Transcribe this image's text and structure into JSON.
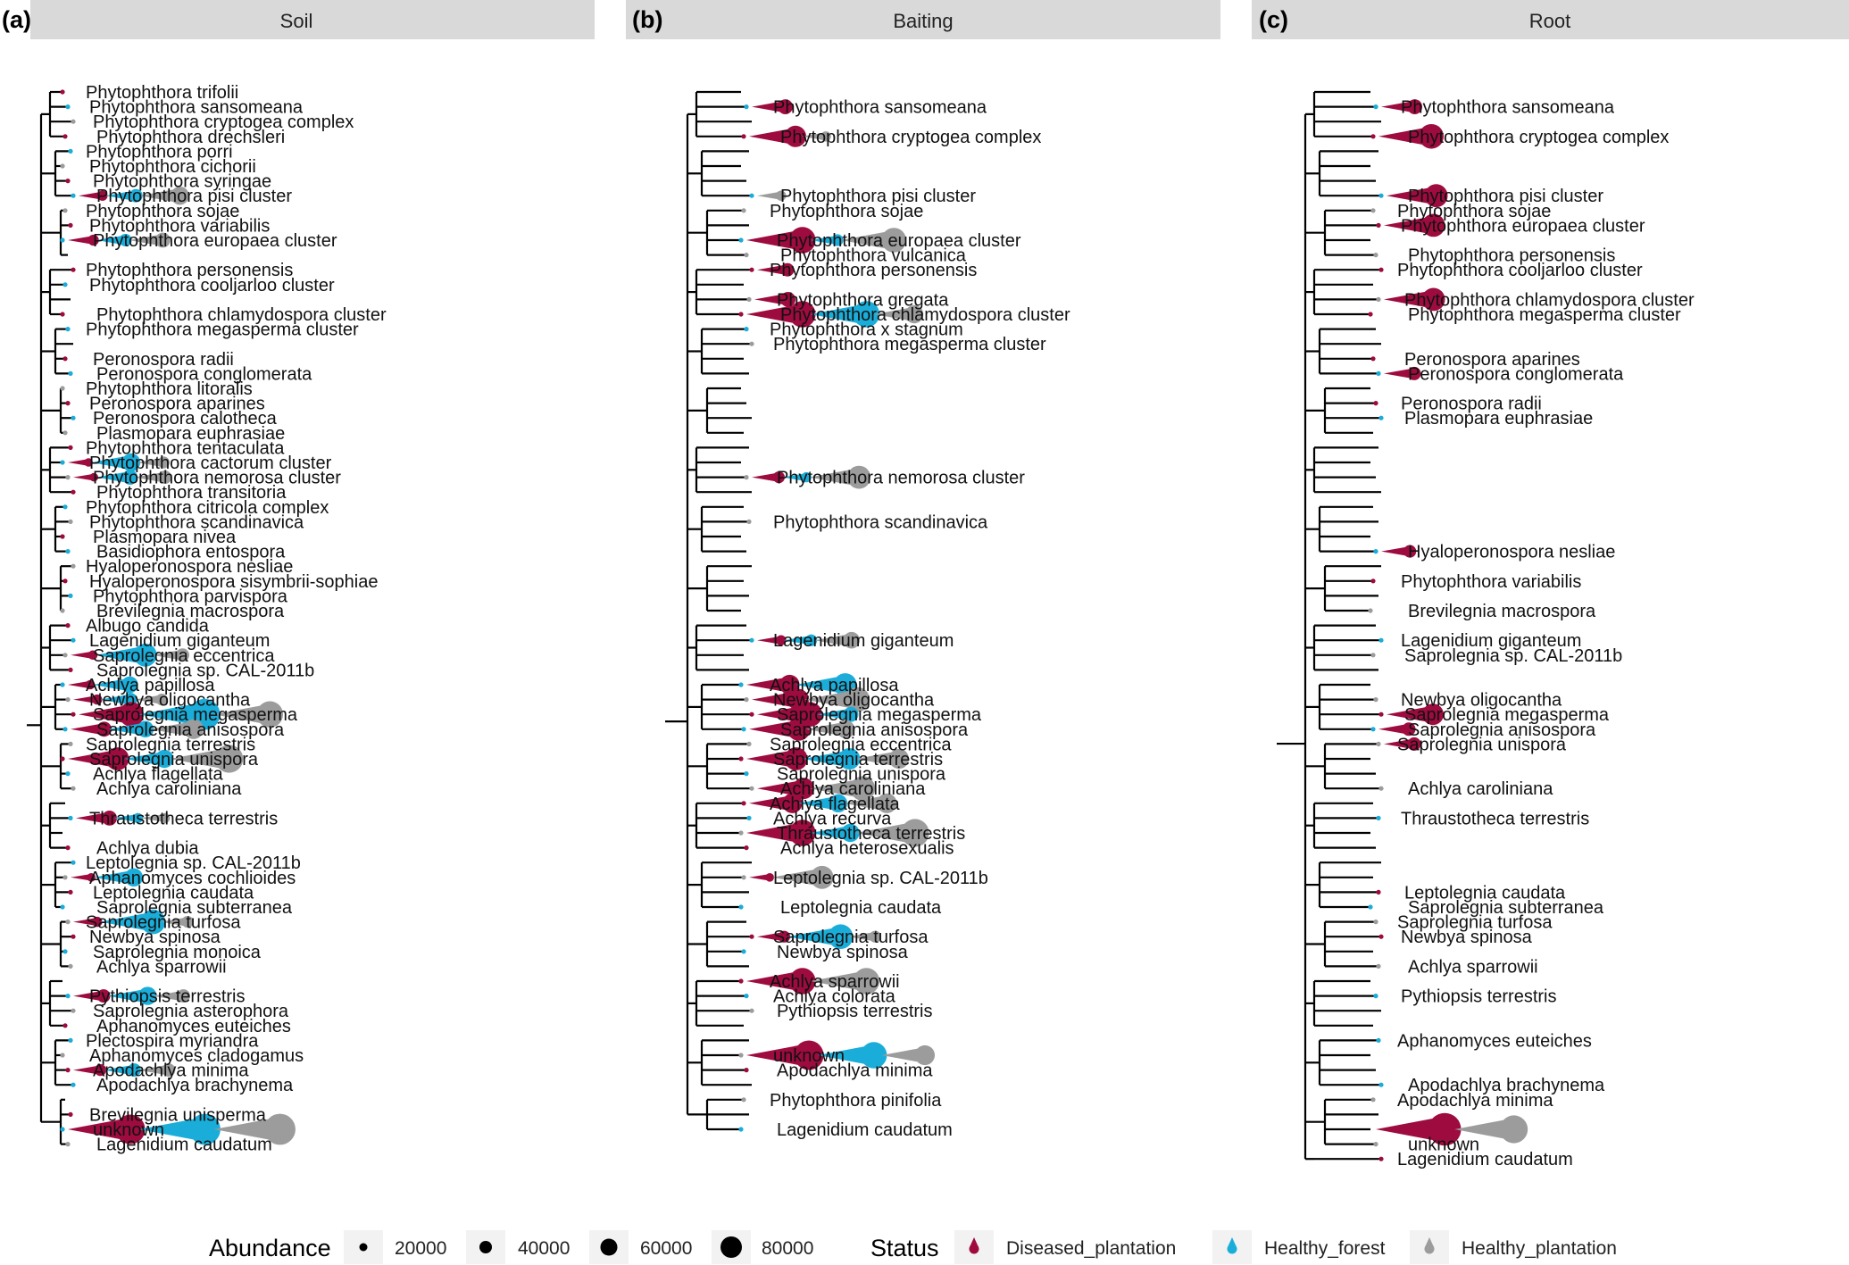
{
  "colors": {
    "diseased_plantation": "#9E0B3F",
    "healthy_forest": "#1BADD9",
    "healthy_plantation": "#9C9C9C",
    "strip_bg": "#D9D9D9",
    "tree_line": "#000000"
  },
  "legend": {
    "abundance_title": "Abundance",
    "abundance_levels": [
      {
        "label": "20000",
        "value": 20000
      },
      {
        "label": "40000",
        "value": 40000
      },
      {
        "label": "60000",
        "value": 60000
      },
      {
        "label": "80000",
        "value": 80000
      }
    ],
    "status_title": "Status",
    "status_levels": [
      {
        "label": "Diseased_plantation",
        "color": "#9E0B3F"
      },
      {
        "label": "Healthy_forest",
        "color": "#1BADD9"
      },
      {
        "label": "Healthy_plantation",
        "color": "#9C9C9C"
      }
    ]
  },
  "chart_data": [
    {
      "type": "phylogenetic-tree-bubble",
      "panel_tag": "(a)",
      "title": "Soil",
      "tips": [
        "Phytophthora trifolii",
        "Phytophthora sansomeana",
        "Phytophthora cryptogea complex",
        "Phytophthora drechsleri",
        "Phytophthora porri",
        "Phytophthora cichorii",
        "Phytophthora syringae",
        "Phytophthora pisi cluster",
        "Phytophthora sojae",
        "Phytophthora variabilis",
        "Phytophthora europaea cluster",
        "",
        "Phytophthora personensis",
        "Phytophthora cooljarloo cluster",
        "",
        "Phytophthora chlamydospora cluster",
        "Phytophthora megasperma cluster",
        "",
        "Peronospora radii",
        "Peronospora conglomerata",
        "Phytophthora litoralis",
        "Peronospora aparines",
        "Peronospora calotheca",
        "Plasmopara euphrasiae",
        "Phytophthora tentaculata",
        "Phytophthora cactorum cluster",
        "Phytophthora nemorosa cluster",
        "Phytophthora transitoria",
        "Phytophthora citricola complex",
        "Phytophthora scandinavica",
        "Plasmopara nivea",
        "Basidiophora entospora",
        "Hyaloperonospora nesliae",
        "Hyaloperonospora sisymbrii-sophiae",
        "Phytophthora parvispora",
        "Brevilegnia macrospora",
        "Albugo candida",
        "Lagenidium giganteum",
        "Saprolegnia eccentrica",
        "Saprolegnia sp. CAL-2011b",
        "Achlya papillosa",
        "Newbya oligocantha",
        "Saprolegnia megasperma",
        "Saprolegnia anisospora",
        "Saprolegnia terrestris",
        "Saprolegnia unispora",
        "Achlya flagellata",
        "Achlya caroliniana",
        "",
        "Thraustotheca terrestris",
        "",
        "Achlya dubia",
        "Leptolegnia sp. CAL-2011b",
        "Aphanomyces cochlioides",
        "Leptolegnia caudata",
        "Saprolegnia subterranea",
        "Saprolegnia turfosa",
        "Newbya spinosa",
        "Saprolegnia monoica",
        "Achlya sparrowii",
        "",
        "Pythiopsis terrestris",
        "Saprolegnia asterophora",
        "Aphanomyces euteiches",
        "Plectospira myriandra",
        "Aphanomyces cladogamus",
        "Apodachlya minima",
        "Apodachlya brachynema",
        "",
        "Brevilegnia unisperma",
        "unknown",
        "Lagenidium caudatum"
      ]
    },
    {
      "type": "phylogenetic-tree-bubble",
      "panel_tag": "(b)",
      "title": "Baiting",
      "tips": [
        "",
        "Phytophthora sansomeana",
        "",
        "Phytophthora cryptogea complex",
        "",
        "",
        "",
        "Phytophthora pisi cluster",
        "Phytophthora sojae",
        "",
        "Phytophthora europaea cluster",
        "Phytophthora vulcanica",
        "Phytophthora personensis",
        "",
        "Phytophthora gregata",
        "Phytophthora chlamydospora cluster",
        "Phytophthora x stagnum",
        "Phytophthora megasperma cluster",
        "",
        "",
        "",
        "",
        "",
        "",
        "",
        "",
        "Phytophthora nemorosa cluster",
        "",
        "",
        "Phytophthora scandinavica",
        "",
        "",
        "",
        "",
        "",
        "",
        "",
        "Lagenidium giganteum",
        "",
        "",
        "Achlya papillosa",
        "Newbya oligocantha",
        "Saprolegnia megasperma",
        "Saprolegnia anisospora",
        "Saprolegnia eccentrica",
        "Saprolegnia terrestris",
        "Saprolegnia unispora",
        "Achlya caroliniana",
        "Achlya flagellata",
        "Achlya recurva",
        "Thraustotheca terrestris",
        "Achlya heterosexualis",
        "",
        "Leptolegnia sp. CAL-2011b",
        "",
        "Leptolegnia caudata",
        "",
        "Saprolegnia turfosa",
        "Newbya spinosa",
        "",
        "Achlya sparrowii",
        "Achlya colorata",
        "Pythiopsis terrestris",
        "",
        "",
        "unknown",
        "Apodachlya minima",
        "",
        "Phytophthora pinifolia",
        "",
        "Lagenidium caudatum"
      ]
    },
    {
      "type": "phylogenetic-tree-bubble",
      "panel_tag": "(c)",
      "title": "Root",
      "tips": [
        "",
        "Phytophthora sansomeana",
        "",
        "Phytophthora cryptogea complex",
        "",
        "",
        "",
        "Phytophthora pisi cluster",
        "Phytophthora sojae",
        "Phytophthora europaea cluster",
        "",
        "Phytophthora personensis",
        "Phytophthora cooljarloo cluster",
        "",
        "Phytophthora chlamydospora cluster",
        "Phytophthora megasperma cluster",
        "",
        "",
        "Peronospora aparines",
        "Peronospora conglomerata",
        "",
        "Peronospora radii",
        "Plasmopara euphrasiae",
        "",
        "",
        "",
        "",
        "",
        "",
        "",
        "",
        "Hyaloperonospora nesliae",
        "",
        "Phytophthora variabilis",
        "",
        "Brevilegnia macrospora",
        "",
        "Lagenidium giganteum",
        "Saprolegnia sp. CAL-2011b",
        "",
        "",
        "Newbya oligocantha",
        "Saprolegnia megasperma",
        "Saprolegnia anisospora",
        "Saprolegnia unispora",
        "",
        "",
        "Achlya caroliniana",
        "",
        "Thraustotheca terrestris",
        "",
        "",
        "",
        "",
        "Leptolegnia caudata",
        "Saprolegnia subterranea",
        "Saprolegnia turfosa",
        "Newbya spinosa",
        "",
        "Achlya sparrowii",
        "",
        "Pythiopsis terrestris",
        "",
        "",
        "Aphanomyces euteiches",
        "",
        "",
        "Apodachlya brachynema",
        "Apodachlya minima",
        "",
        "",
        "unknown",
        "Lagenidium caudatum"
      ]
    }
  ]
}
